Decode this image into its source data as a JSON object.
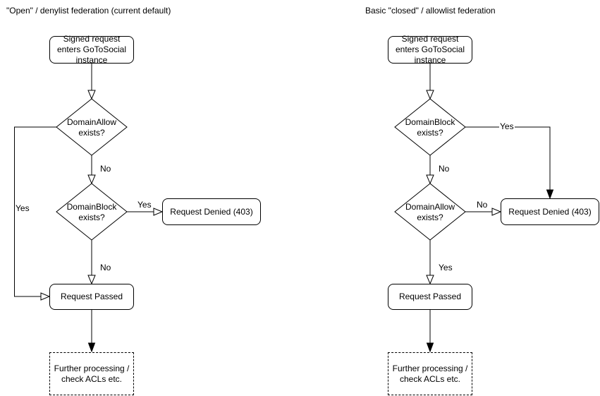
{
  "colors": {
    "stroke": "#000000",
    "background": "#ffffff",
    "text": "#000000"
  },
  "left_chart": {
    "title": "\"Open\" / denylist federation (current default)",
    "nodes": {
      "start": "Signed request enters GoToSocial instance",
      "decision1": "DomainAllow exists?",
      "decision2": "DomainBlock exists?",
      "denied": "Request Denied (403)",
      "passed": "Request Passed",
      "further": "Further processing / check ACLs etc."
    },
    "edge_labels": {
      "decision1_no": "No",
      "decision1_yes": "Yes",
      "decision2_yes": "Yes",
      "decision2_no": "No"
    }
  },
  "right_chart": {
    "title": "Basic \"closed\" / allowlist federation",
    "nodes": {
      "start": "Signed request enters GoToSocial instance",
      "decision1": "DomainBlock exists?",
      "decision2": "DomainAllow exists?",
      "denied": "Request Denied (403)",
      "passed": "Request Passed",
      "further": "Further processing / check ACLs etc."
    },
    "edge_labels": {
      "decision1_yes": "Yes",
      "decision1_no": "No",
      "decision2_no": "No",
      "decision2_yes": "Yes"
    }
  }
}
